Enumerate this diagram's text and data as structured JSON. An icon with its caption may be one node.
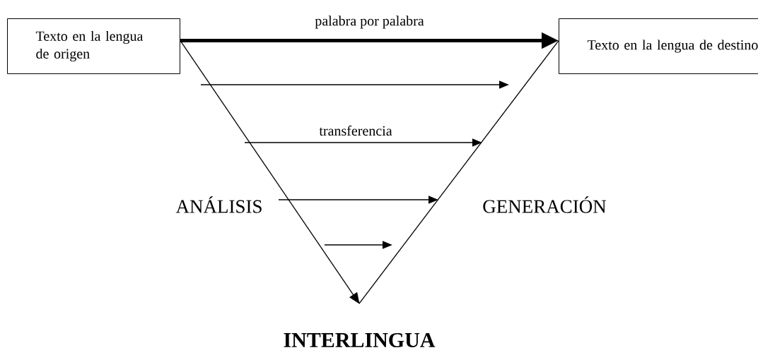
{
  "diagram": {
    "nodes": [
      {
        "text": [
          "Texto en la lengua de origen"
        ]
      },
      {
        "text": [
          "Texto en la lengua de destino"
        ]
      },
      {
        "text": [
          "INTERLINGUA"
        ]
      }
    ],
    "edges": [
      {
        "from": 0,
        "to": 1,
        "arrow": "to",
        "label": "palabra por palabra",
        "style": "thick"
      },
      {
        "from": 0,
        "to": 2,
        "arrow": "to"
      },
      {
        "from": 2,
        "to": 1,
        "arrow": "none"
      }
    ],
    "labels": [
      "transferencia",
      "ANÁLISIS",
      "GENERACIÓN"
    ]
  }
}
